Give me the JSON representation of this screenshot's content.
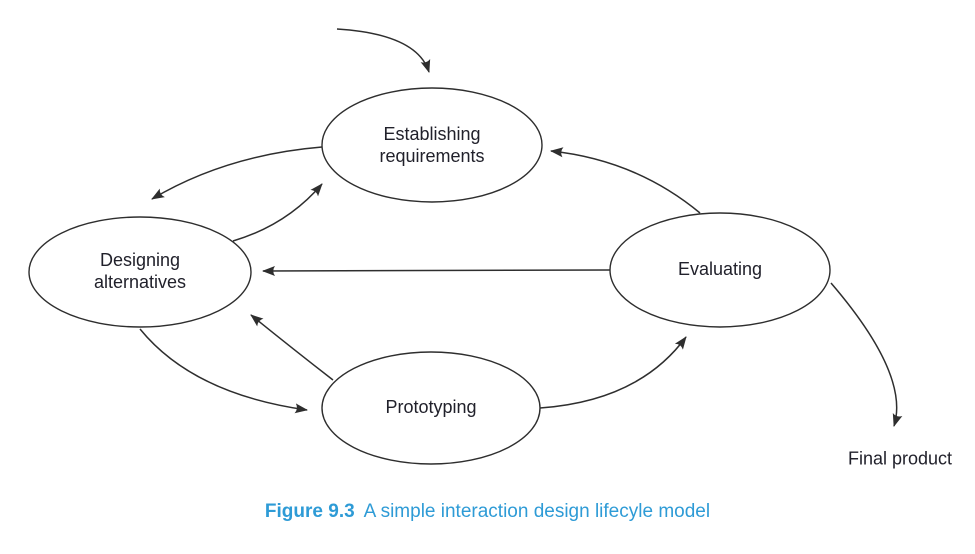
{
  "colors": {
    "ink": "#2e2e2e",
    "node_text": "#21212b",
    "caption_blue": "#2e9bd6",
    "background": "#ffffff"
  },
  "diagram": {
    "nodes": [
      {
        "id": "establishing-requirements",
        "label": "Establishing requirements"
      },
      {
        "id": "designing-alternatives",
        "label": "Designing alternatives"
      },
      {
        "id": "evaluating",
        "label": "Evaluating"
      },
      {
        "id": "prototyping",
        "label": "Prototyping"
      }
    ],
    "terminal_label": "Final product",
    "edges": [
      {
        "from": "start",
        "to": "establishing-requirements"
      },
      {
        "from": "establishing-requirements",
        "to": "designing-alternatives"
      },
      {
        "from": "designing-alternatives",
        "to": "establishing-requirements"
      },
      {
        "from": "evaluating",
        "to": "designing-alternatives"
      },
      {
        "from": "designing-alternatives",
        "to": "prototyping"
      },
      {
        "from": "prototyping",
        "to": "designing-alternatives"
      },
      {
        "from": "prototyping",
        "to": "evaluating"
      },
      {
        "from": "evaluating",
        "to": "establishing-requirements"
      },
      {
        "from": "evaluating",
        "to": "final-product"
      }
    ]
  },
  "caption": {
    "label": "Figure 9.3",
    "text": "A simple interaction design lifecyle model"
  }
}
